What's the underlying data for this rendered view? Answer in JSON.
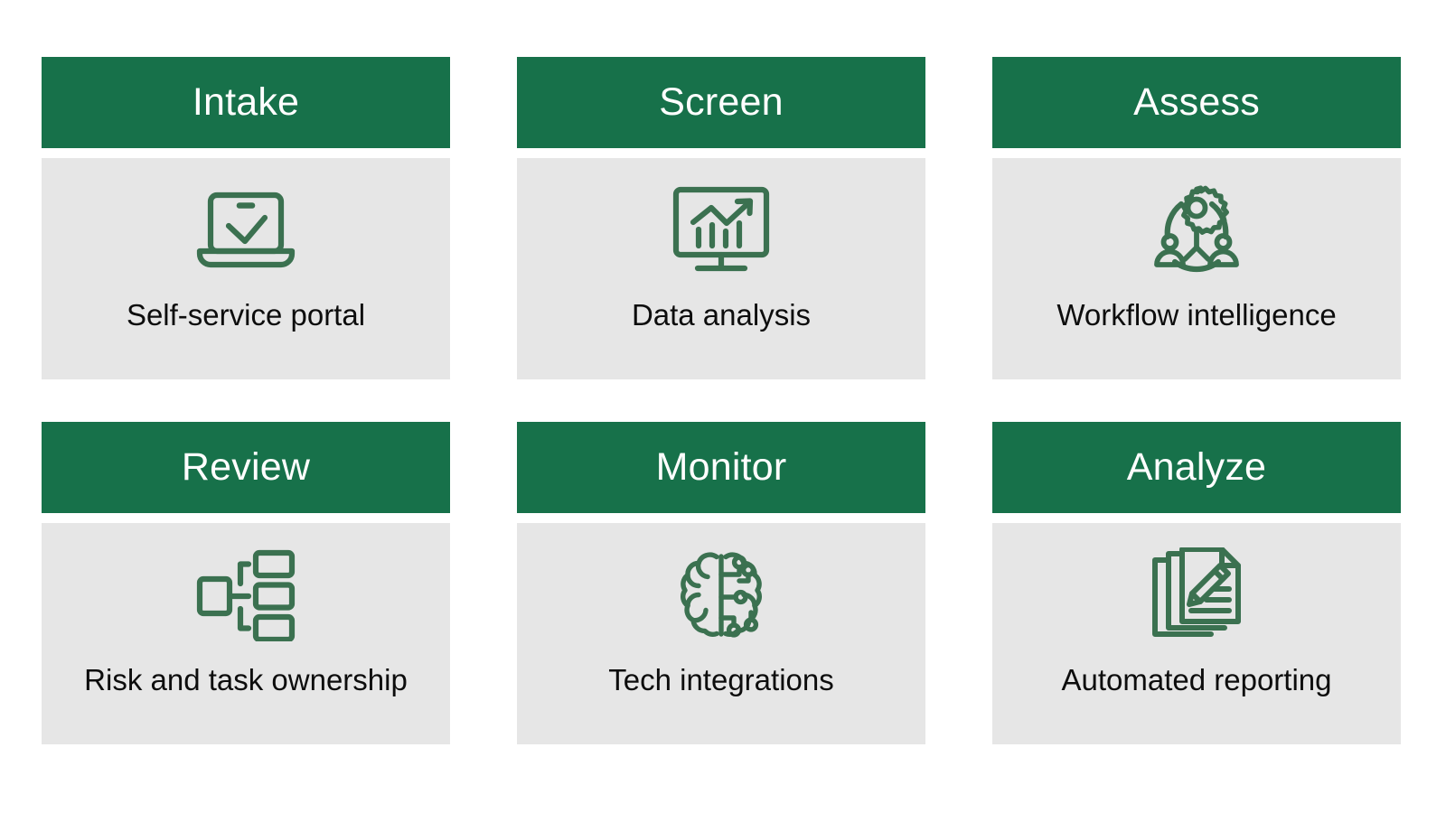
{
  "theme": {
    "header_green": "#17714a",
    "body_gray": "#e6e6e6",
    "icon_green": "#3b7150",
    "header_text": "#ffffff",
    "caption_text": "#0d0d0d",
    "page_background": "#ffffff"
  },
  "cards": [
    {
      "title": "Intake",
      "caption": "Self-service portal",
      "icon": "laptop-check-icon"
    },
    {
      "title": "Screen",
      "caption": "Data analysis",
      "icon": "monitor-chart-icon"
    },
    {
      "title": "Assess",
      "caption": "Workflow intelligence",
      "icon": "gear-people-network-icon"
    },
    {
      "title": "Review",
      "caption": "Risk and task ownership",
      "icon": "hierarchy-boxes-icon"
    },
    {
      "title": "Monitor",
      "caption": "Tech integrations",
      "icon": "brain-circuit-icon"
    },
    {
      "title": "Analyze",
      "caption": "Automated reporting",
      "icon": "documents-pencil-icon"
    }
  ]
}
